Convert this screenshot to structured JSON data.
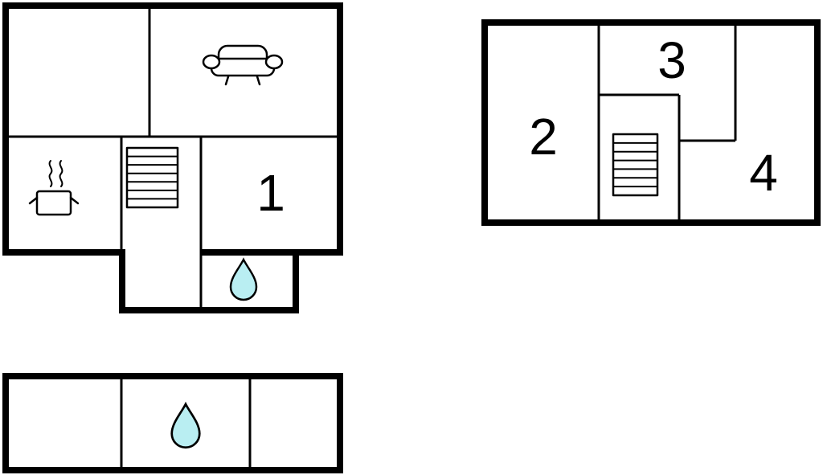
{
  "plan": {
    "background": "#ffffff",
    "wall_color": "#000000",
    "water_drop_fill": "#b9eef2",
    "ground_floor": {
      "labels": {
        "room1": "1"
      },
      "icons": [
        "sofa-icon",
        "steam-pot-icon",
        "stairs-icon",
        "water-drop-icon"
      ]
    },
    "upper_floor": {
      "labels": {
        "room2": "2",
        "room3": "3",
        "room4": "4"
      },
      "icons": [
        "stairs-icon"
      ]
    },
    "basement": {
      "labels": {},
      "icons": [
        "water-drop-icon"
      ]
    }
  }
}
